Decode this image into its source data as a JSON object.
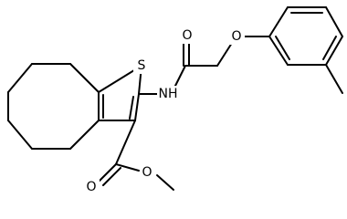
{
  "molecule": {
    "atom_labels": {
      "sulfur": "S",
      "amide_nitrogen": "NH",
      "amide_oxygen": "O",
      "ether_oxygen": "O",
      "ester_carbonyl_oxygen": "O",
      "ester_alkoxy_oxygen": "O"
    }
  }
}
